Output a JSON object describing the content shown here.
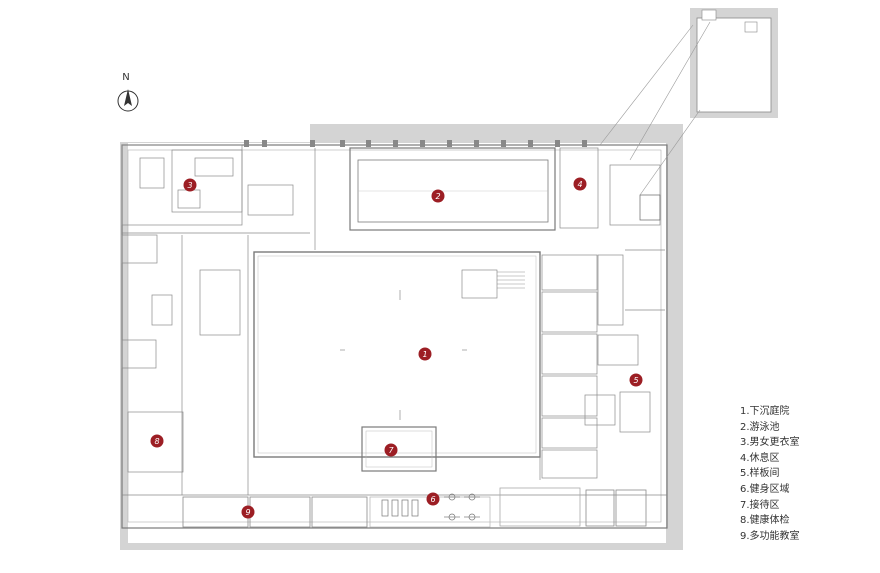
{
  "north_label": "N",
  "legend": [
    "1.下沉庭院",
    "2.游泳池",
    "3.男女更衣室",
    "4.休息区",
    "5.样板间",
    "6.健身区域",
    "7.接待区",
    "8.健康体检",
    "9.多功能教室"
  ],
  "markers": [
    "1",
    "2",
    "3",
    "4",
    "5",
    "6",
    "7",
    "8",
    "9"
  ],
  "colors": {
    "marker_fill": "#9c1e24",
    "wall": "#7a7a7a",
    "hatch": "#c8c8c8",
    "line": "#9a9a9a",
    "legend_text": "#333333"
  }
}
